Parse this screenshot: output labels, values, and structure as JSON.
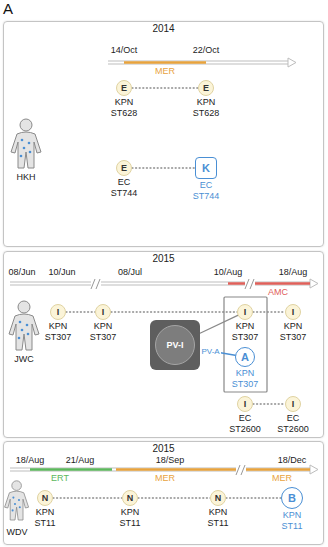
{
  "diagram": {
    "nodes": [
      {
        "text": [
          "2014"
        ]
      },
      {
        "text": [
          "E",
          "KPN ST628"
        ],
        "in": 0
      },
      {
        "text": [
          "E",
          "KPN ST628"
        ],
        "in": 0
      },
      {
        "text": [
          "E",
          "EC ST744"
        ],
        "in": 0
      },
      {
        "text": [
          "K",
          "EC ST744"
        ],
        "in": 0
      },
      {
        "text": [
          "2015"
        ]
      },
      {
        "text": [
          "I",
          "KPN ST307"
        ],
        "in": 5
      },
      {
        "text": [
          "I",
          "KPN ST307"
        ],
        "in": 5
      },
      {
        "text": [
          "PV-I"
        ],
        "in": 5
      },
      {
        "text": [
          "I",
          "KPN ST307"
        ],
        "in": 5
      },
      {
        "text": [
          "A",
          "KPN ST307"
        ],
        "in": 5
      },
      {
        "text": [
          "I",
          "KPN ST307"
        ],
        "in": 5
      },
      {
        "text": [
          "I",
          "EC ST2600"
        ],
        "in": 5
      },
      {
        "text": [
          "I",
          "EC ST2600"
        ],
        "in": 5
      },
      {
        "text": [
          "2015"
        ]
      },
      {
        "text": [
          "N",
          "KPN ST11"
        ],
        "in": 14
      },
      {
        "text": [
          "N",
          "KPN ST11"
        ],
        "in": 14
      },
      {
        "text": [
          "N",
          "KPN ST11"
        ],
        "in": 14
      },
      {
        "text": [
          "B",
          "KPN ST11"
        ],
        "in": 14
      }
    ],
    "edges": [
      {
        "from": 1,
        "to": 2,
        "arrow": "none"
      },
      {
        "from": 3,
        "to": 4,
        "arrow": "none"
      },
      {
        "from": 6,
        "to": 7,
        "arrow": "none"
      },
      {
        "from": 7,
        "to": 9,
        "arrow": "none"
      },
      {
        "from": 9,
        "to": 11,
        "arrow": "none"
      },
      {
        "from": 8,
        "to": 9,
        "arrow": "none"
      },
      {
        "from": 8,
        "to": 10,
        "label": "PV-A",
        "arrow": "none"
      },
      {
        "from": 12,
        "to": 13,
        "arrow": "none"
      },
      {
        "from": 15,
        "to": 16,
        "arrow": "none"
      },
      {
        "from": 16,
        "to": 17,
        "arrow": "none"
      },
      {
        "from": 17,
        "to": 18,
        "arrow": "none"
      }
    ],
    "labels": [
      "A",
      "14/Oct",
      "22/Oct",
      "MER",
      "HKH",
      "08/Jun",
      "10/Jun",
      "08/Jul",
      "10/Aug",
      "18/Aug",
      "AMC",
      "JWC",
      "18/Aug",
      "21/Aug",
      "18/Sep",
      "18/Dec",
      "ERT",
      "MER",
      "MER",
      "WDV"
    ]
  }
}
